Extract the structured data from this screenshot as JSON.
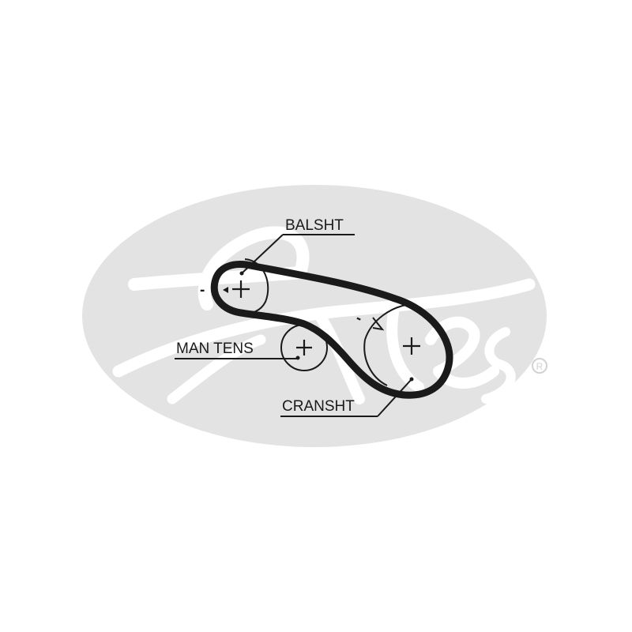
{
  "diagram": {
    "labels": {
      "balance_shaft": "BALSHT",
      "manual_tensioner": "MAN TENS",
      "crankshaft": "CRANSHT"
    },
    "marks": {
      "minus_left": "-",
      "minus_right": "-"
    },
    "logo": {
      "text": "Gates",
      "registered": "®",
      "color": "#e3e3e3"
    },
    "belt_color": "#1a1a1a",
    "icons": [
      "gates-logo-watermark",
      "belt-path",
      "pulley-circle",
      "center-cross-icon",
      "rotation-arrow-icon",
      "registered-mark"
    ]
  }
}
